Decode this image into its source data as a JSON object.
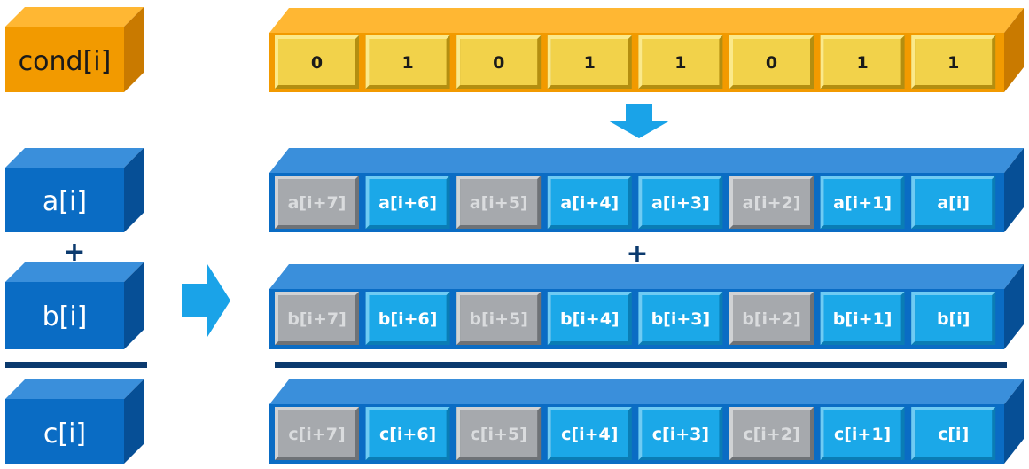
{
  "colors": {
    "orange_front": "#F29A00",
    "orange_top": "#FFB733",
    "orange_side": "#C97A00",
    "yellow_cell": "#F2D24A",
    "blue_front": "#0A6CC4",
    "blue_top": "#3A8FDB",
    "blue_side": "#064F96",
    "active_cell": "#1BA8E8",
    "inactive_cell": "#A6A9AD",
    "arrow": "#1AA3E8",
    "navy": "#0B3A6E"
  },
  "left_labels": {
    "cond": "cond[i]",
    "a": "a[i]",
    "b": "b[i]",
    "c": "c[i]",
    "plus": "+"
  },
  "cond_values": [
    "0",
    "1",
    "0",
    "1",
    "1",
    "0",
    "1",
    "1"
  ],
  "rows": {
    "a": [
      "a[i+7]",
      "a[i+6]",
      "a[i+5]",
      "a[i+4]",
      "a[i+3]",
      "a[i+2]",
      "a[i+1]",
      "a[i]"
    ],
    "b": [
      "b[i+7]",
      "b[i+6]",
      "b[i+5]",
      "b[i+4]",
      "b[i+3]",
      "b[i+2]",
      "b[i+1]",
      "b[i]"
    ],
    "c": [
      "c[i+7]",
      "c[i+6]",
      "c[i+5]",
      "c[i+4]",
      "c[i+3]",
      "c[i+2]",
      "c[i+1]",
      "c[i]"
    ]
  },
  "plus_right": "+"
}
